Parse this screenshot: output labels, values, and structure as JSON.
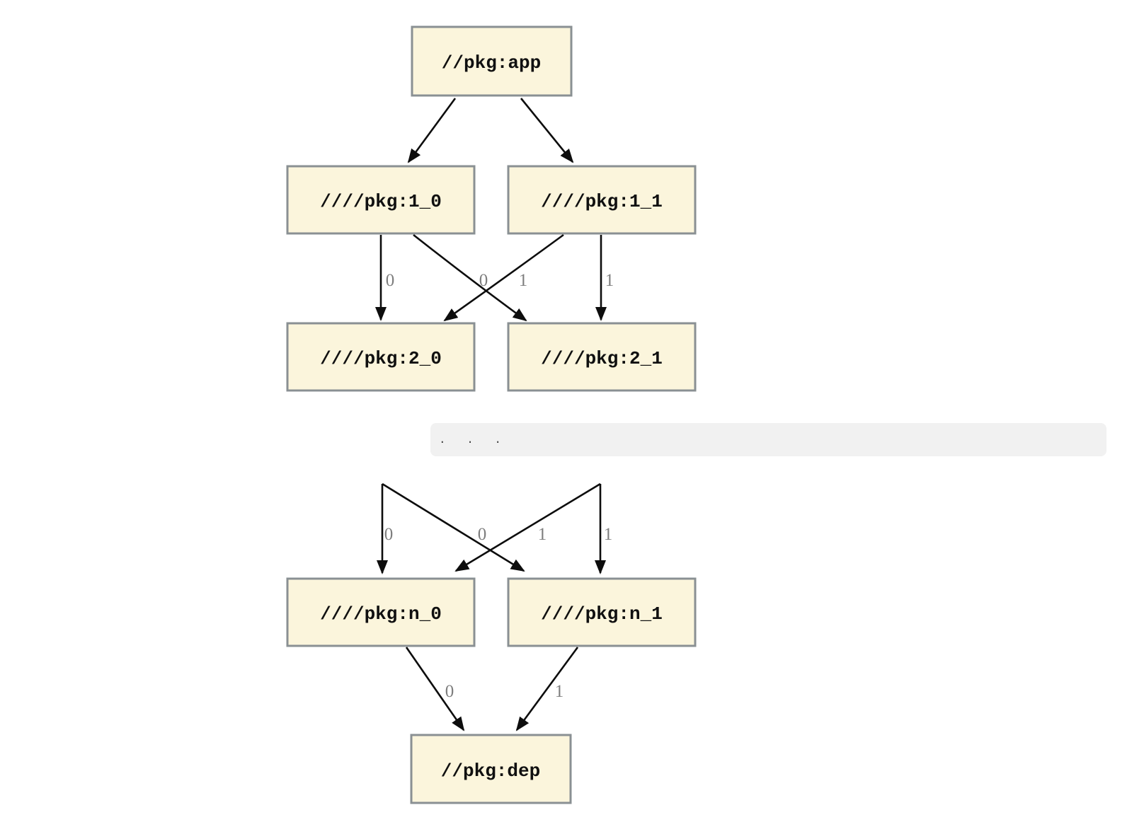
{
  "colors": {
    "background": "#ffffff",
    "node_fill": "#fbf5dc",
    "node_border": "#8a9093",
    "edge": "#0d0d0d",
    "edge_label": "#7e7e7e",
    "codeblock_bg": "#f1f1f1"
  },
  "upper_graph": {
    "nodes": {
      "app": "//pkg:app",
      "v1_0": "////pkg:1_0",
      "v1_1": "////pkg:1_1",
      "v2_0": "////pkg:2_0",
      "v2_1": "////pkg:2_1"
    },
    "edges": [
      {
        "from": "app",
        "to": "v1_0",
        "label": ""
      },
      {
        "from": "app",
        "to": "v1_1",
        "label": ""
      },
      {
        "from": "v1_0",
        "to": "v2_0",
        "label": "0"
      },
      {
        "from": "v1_1",
        "to": "v2_0",
        "label": "0"
      },
      {
        "from": "v1_0",
        "to": "v2_1",
        "label": "1"
      },
      {
        "from": "v1_1",
        "to": "v2_1",
        "label": "1"
      }
    ]
  },
  "ellipsis": ". . .",
  "lower_graph": {
    "nodes": {
      "n_0": "////pkg:n_0",
      "n_1": "////pkg:n_1",
      "dep": "//pkg:dep"
    },
    "edges": [
      {
        "from": "above-left",
        "to": "n_0",
        "label": "0"
      },
      {
        "from": "above-right",
        "to": "n_0",
        "label": "0"
      },
      {
        "from": "above-left",
        "to": "n_1",
        "label": "1"
      },
      {
        "from": "above-right",
        "to": "n_1",
        "label": "1"
      },
      {
        "from": "n_0",
        "to": "dep",
        "label": "0"
      },
      {
        "from": "n_1",
        "to": "dep",
        "label": "1"
      }
    ]
  }
}
